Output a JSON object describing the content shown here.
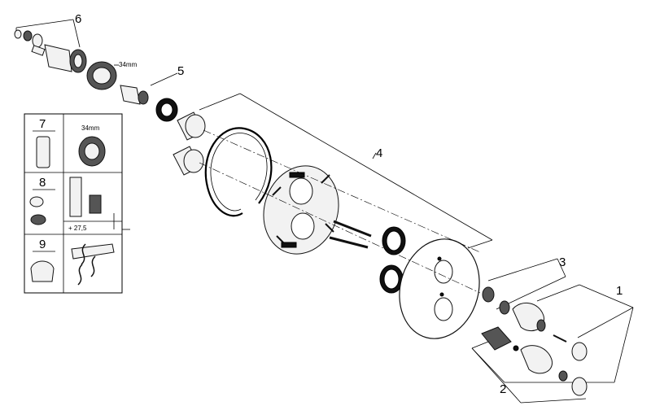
{
  "diagram": {
    "callouts": [
      {
        "id": "c1",
        "text": "1"
      },
      {
        "id": "c2",
        "text": "2"
      },
      {
        "id": "c3",
        "text": "3"
      },
      {
        "id": "c4",
        "text": "4"
      },
      {
        "id": "c5",
        "text": "5"
      },
      {
        "id": "c6",
        "text": "6"
      }
    ],
    "dimension_main": "34mm",
    "inset": {
      "row7_label": "7",
      "row7_dimension": "34mm",
      "row8_label": "8",
      "row8_dimension": "+ 27,5",
      "row9_label": "9"
    }
  }
}
